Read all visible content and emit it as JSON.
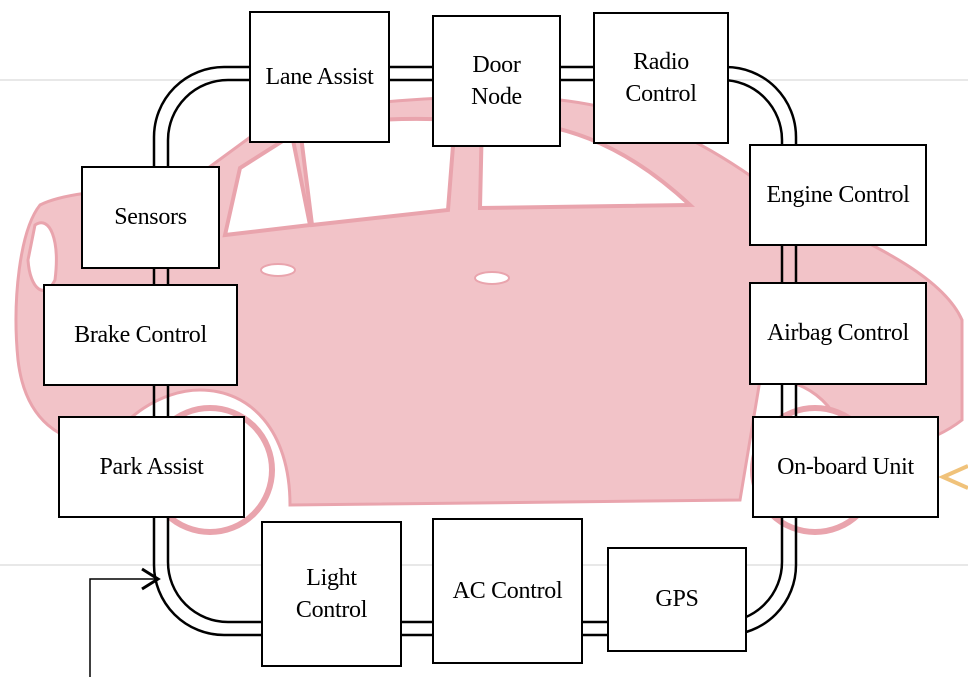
{
  "colors": {
    "car_body": "#f2c3c8",
    "car_outline": "#e9a4ad",
    "car_window": "#ffffff",
    "bus_line": "#000000",
    "node_border": "#000000",
    "node_fill": "#ffffff",
    "pointer_arrow": "#f0c27a",
    "guide_line": "#d0d0d0"
  },
  "nodes": {
    "lane_assist": "Lane Assist",
    "door_node": "Door\nNode",
    "radio_control": "Radio\nControl",
    "engine_control": "Engine Control",
    "airbag_control": "Airbag Control",
    "onboard_unit": "On-board Unit",
    "gps": "GPS",
    "ac_control": "AC Control",
    "light_control": "Light\nControl",
    "park_assist": "Park Assist",
    "brake_control": "Brake Control",
    "sensors": "Sensors"
  }
}
